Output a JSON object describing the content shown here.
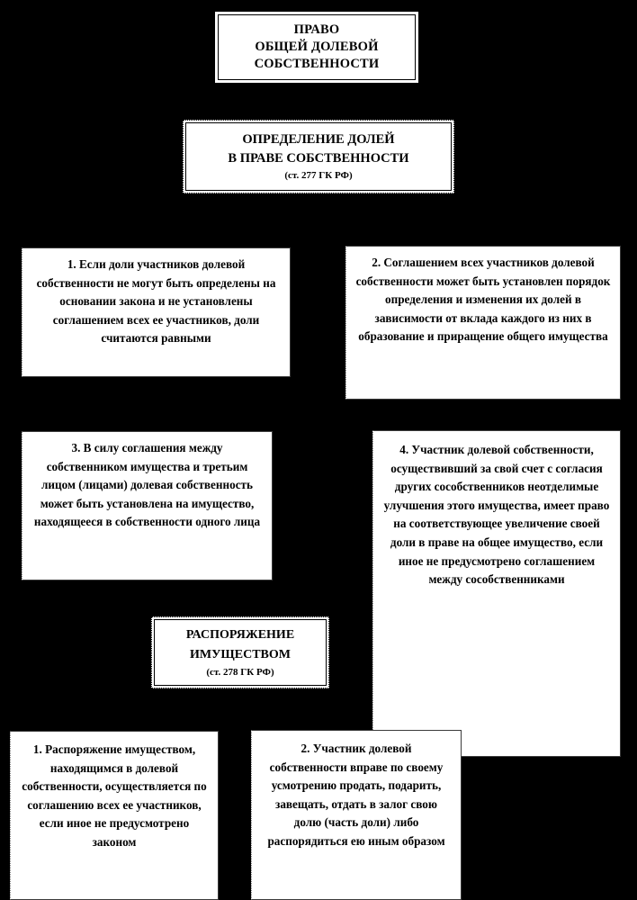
{
  "diagram": {
    "title_box": {
      "lines": [
        "ПРАВО",
        "ОБЩЕЙ ДОЛЕВОЙ",
        "СОБСТВЕННОСТИ"
      ]
    },
    "section_1": {
      "lines": [
        "ОПРЕДЕЛЕНИЕ ДОЛЕЙ",
        "В ПРАВЕ СОБСТВЕННОСТИ"
      ],
      "reference": "(ст. 277 ГК РФ)"
    },
    "section_2": {
      "lines": [
        "РАСПОРЯЖЕНИЕ",
        "ИМУЩЕСТВОМ"
      ],
      "reference": "(ст. 278 ГК РФ)"
    },
    "section_1_items": [
      {
        "number": "1.",
        "text": "1. Если доли участников долевой собственности не могут быть определены на основании закона и не установлены соглашением всех ее участников, доли считаются равными"
      },
      {
        "number": "2.",
        "text": "2. Соглашением всех участников долевой собственности может быть установлен порядок определения и изменения их долей в зависимости от вклада каждого из них в образование и приращение общего имущества"
      },
      {
        "number": "3.",
        "text": "3. В силу  соглашения между собственником имущества и третьим лицом (лицами) долевая собственность может быть установлена на имущество, находящееся в собственности одного лица"
      },
      {
        "number": "4.",
        "text": "4. Участник долевой собственности, осуществивший за свой счет с согласия других сособственников неотделимые улучшения этого имущества, имеет право на соответствующее увеличение своей доли в праве на общее имущество, если иное не предусмотрено соглашением между сособственниками"
      }
    ],
    "section_2_items": [
      {
        "number": "1.",
        "text": "1. Распоряжение имуществом, находящимся в долевой собственности, осуществляется по соглашению всех ее участников, если иное не предусмотрено законом"
      },
      {
        "number": "2.",
        "text": "2. Участник долевой собственности вправе по своему усмотрению продать, подарить, завещать, отдать в залог свою долю (часть доли) либо распорядиться ею иным образом"
      }
    ],
    "colors": {
      "background": "#000000",
      "box_fill": "#ffffff",
      "text": "#000000",
      "border": "#000000"
    }
  }
}
